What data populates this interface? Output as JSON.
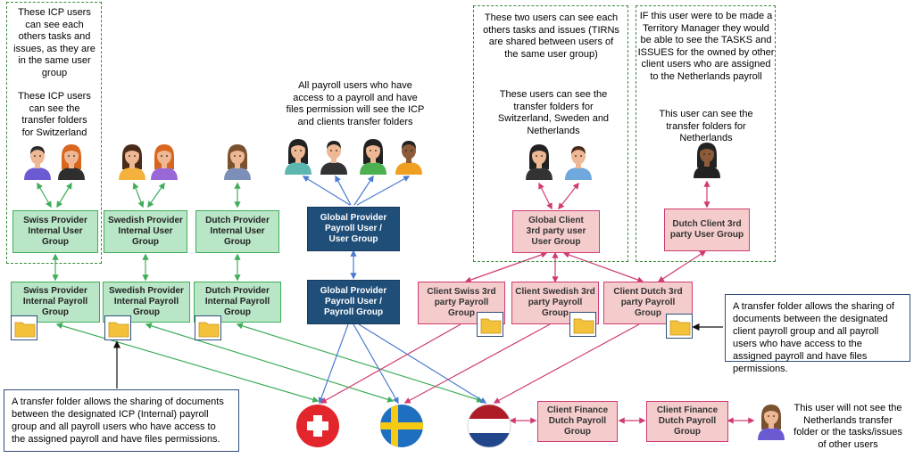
{
  "notes": {
    "swiss_same_group": "These ICP users\ncan see each\nothers tasks and\nissues, as they are\nin the same user\ngroup",
    "swiss_transfer": "These ICP users\ncan see the\ntransfer folders\nfor Switzerland",
    "payroll_users": "All payroll users  who have\naccess to a payroll and have\nfiles permission will see the ICP\nand clients transfer folders",
    "two_users": "These two users can see each\nothers tasks and issues (TIRNs\nare shared between users of\nthe same user group)",
    "two_users_transfer": "These users can see the\ntransfer folders for\nSwitzerland, Sweden and\nNetherlands",
    "territory_manager": "IF this user were to be made a\nTerritory Manager they would\nbe able to see the TASKS and\nISSUES for the owned by other\nclient users who are assigned\nto the Netherlands payroll",
    "dutch_transfer": "This user can see the\ntransfer folders for\nNetherlands",
    "no_see": "This user will not see the\nNetherlands transfer\nfolder or the tasks/issues\nof other users"
  },
  "callouts": {
    "icp": "A transfer folder allows the sharing of documents between the designated ICP (Internal) payroll group and all payroll users who have access to the assigned payroll and have files permissions.",
    "client": "A transfer folder allows the sharing of documents between the designated client payroll group and all payroll users who have access to the assigned payroll and have files permissions."
  },
  "nodes": {
    "swiss_user_group": "Swiss Provider\nInternal User\nGroup",
    "swedish_user_group": "Swedish Provider\nInternal User\nGroup",
    "dutch_user_group": "Dutch Provider\nInternal User\nGroup",
    "global_user_group": "Global Provider\nPayroll User /\nUser Group",
    "swiss_payroll_group": "Swiss Provider\nInternal Payroll\nGroup",
    "swedish_payroll_group": "Swedish Provider\nInternal Payroll\nGroup",
    "dutch_payroll_group": "Dutch Provider\nInternal Payroll\nGroup",
    "global_payroll_group": "Global Provider\nPayroll User /\nPayroll Group",
    "global_client_a": "Global Client",
    "global_client_b": "3rd party user",
    "global_client_c": "User Group",
    "dutch_client_user_a": "Dutch Client 3rd",
    "dutch_client_user_b": "party User Group",
    "client_swiss_a": "Client Swiss 3rd",
    "client_swiss_b": "party Payroll\nGroup",
    "client_swedish_a": "Client Swedish 3rd",
    "client_swedish_b": "party Payroll\nGroup",
    "client_dutch_a": "Client Dutch 3rd",
    "client_dutch_b": "party Payroll\nGroup",
    "finance_1": "Client Finance\nDutch Payroll\nGroup",
    "finance_2": "Client Finance\nDutch Payroll\nGroup"
  },
  "icons": {
    "person": "person-avatar-icon",
    "folder": "folder-icon",
    "flag_switzerland": "switzerland-flag-icon",
    "flag_sweden": "sweden-flag-icon",
    "flag_netherlands": "netherlands-flag-icon"
  },
  "colors": {
    "green_fill": "#b9e6c7",
    "green_stroke": "#3fae5a",
    "navy_fill": "#1f4e79",
    "pink_fill": "#f4cccc",
    "pink_stroke": "#d03c72",
    "blue_line": "#4a7bd0",
    "folder_yellow": "#f3c13a"
  }
}
